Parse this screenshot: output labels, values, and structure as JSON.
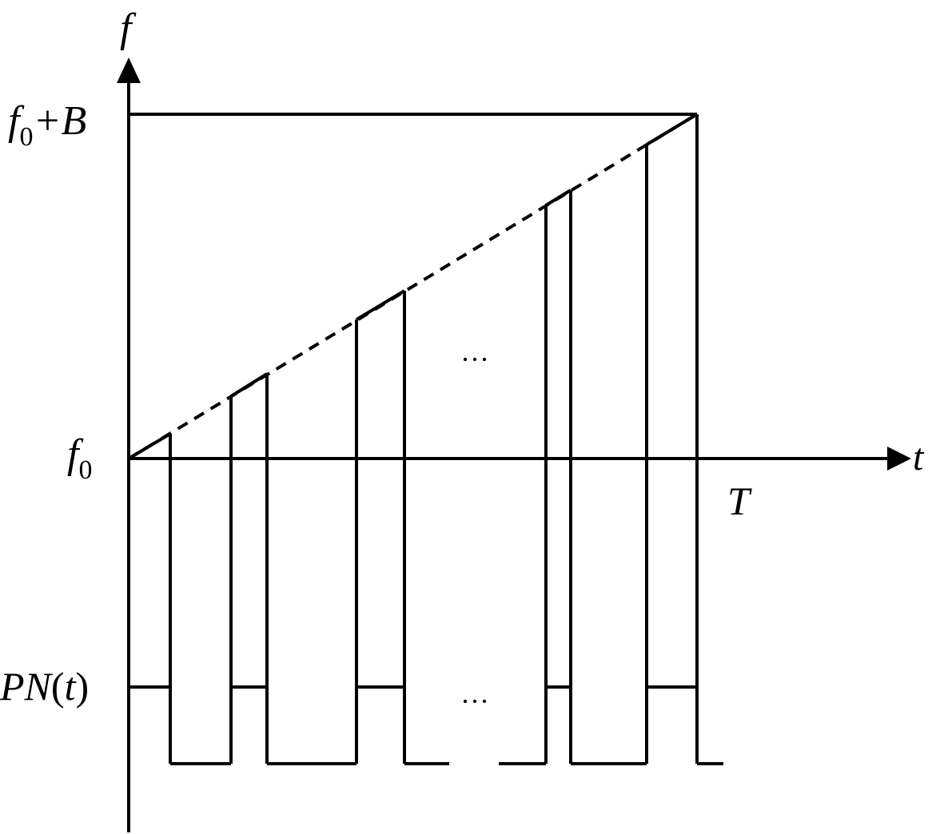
{
  "labels": {
    "f_axis": "f",
    "t_axis": "t",
    "f0_base": "f",
    "f0_sub": "0",
    "f0B_base": "f",
    "f0B_sub": "0",
    "f0B_rest": "+B",
    "T": "T",
    "PN_base": "PN",
    "PN_open": "(",
    "PN_var": "t",
    "PN_close": ")",
    "ellipsis_top": "···",
    "ellipsis_bottom": "···"
  },
  "colors": {
    "stroke": "#000000",
    "background": "#ffffff"
  }
}
